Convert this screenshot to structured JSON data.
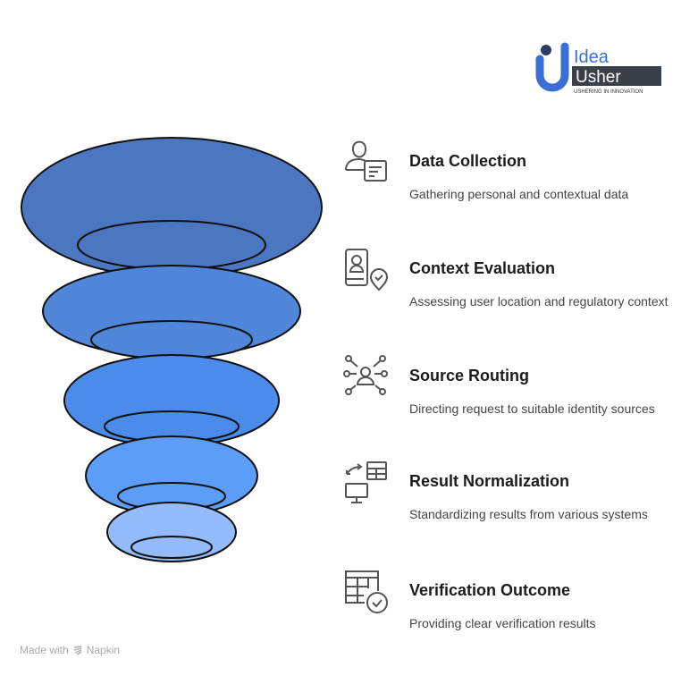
{
  "logo": {
    "line1": "Idea",
    "line2": "Usher",
    "tagline": "USHERING IN INNOVATION"
  },
  "colors": {
    "layers": [
      "#4a77bf",
      "#4f86da",
      "#4b8be9",
      "#5c9df8",
      "#94bcfc"
    ],
    "outline": "#111111"
  },
  "steps": [
    {
      "title": "Data Collection",
      "description": "Gathering personal and contextual data",
      "icon": "user-document-icon"
    },
    {
      "title": "Context Evaluation",
      "description": "Assessing user location and regulatory context",
      "icon": "id-card-location-check-icon"
    },
    {
      "title": "Source Routing",
      "description": "Directing request to suitable identity sources",
      "icon": "user-network-icon"
    },
    {
      "title": "Result Normalization",
      "description": "Standardizing results from various systems",
      "icon": "monitor-table-sync-icon"
    },
    {
      "title": "Verification Outcome",
      "description": "Providing clear verification results",
      "icon": "table-check-icon"
    }
  ],
  "footer": {
    "made_with": "Made with",
    "brand": "Napkin"
  }
}
